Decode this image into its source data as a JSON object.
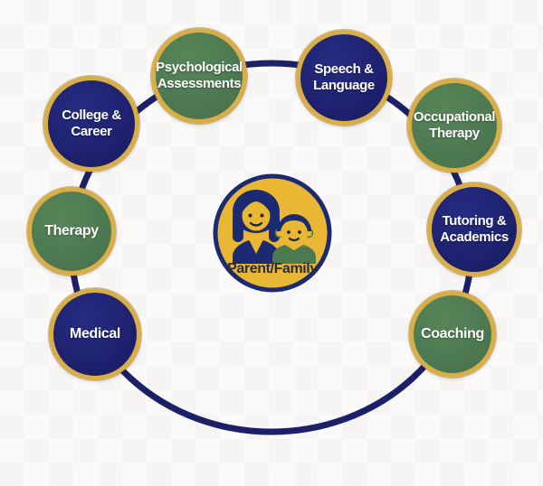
{
  "diagram": {
    "description": "Circular wrap-around services diagram with a family hub",
    "hub": {
      "label": "Parent/Family",
      "icon": "parent-child-icon",
      "fill": "#eab735",
      "border": "#1c2a72"
    },
    "nodes": [
      {
        "id": "psychological-assessments",
        "lines": [
          "Psychological",
          "Assessments"
        ],
        "color": "green"
      },
      {
        "id": "speech-language",
        "lines": [
          "Speech &",
          "Language"
        ],
        "color": "navy"
      },
      {
        "id": "college-career",
        "lines": [
          "College &",
          "Career"
        ],
        "color": "navy"
      },
      {
        "id": "occupational-therapy",
        "lines": [
          "Occupational",
          "Therapy"
        ],
        "color": "green"
      },
      {
        "id": "therapy",
        "lines": [
          "Therapy"
        ],
        "color": "green"
      },
      {
        "id": "tutoring-academics",
        "lines": [
          "Tutoring &",
          "Academics"
        ],
        "color": "navy"
      },
      {
        "id": "medical",
        "lines": [
          "Medical"
        ],
        "color": "navy"
      },
      {
        "id": "coaching",
        "lines": [
          "Coaching"
        ],
        "color": "green"
      }
    ],
    "colors": {
      "node_green": "#4e7a51",
      "node_navy": "#1e2270",
      "gold_border": "#d9ae47",
      "connector_ring": "#1b2068",
      "hub_yellow": "#eab735",
      "hub_border_navy": "#1c2a72",
      "label_text": "#ffffff",
      "hub_label_text": "#262c42",
      "background": "#fbfaf8"
    }
  }
}
